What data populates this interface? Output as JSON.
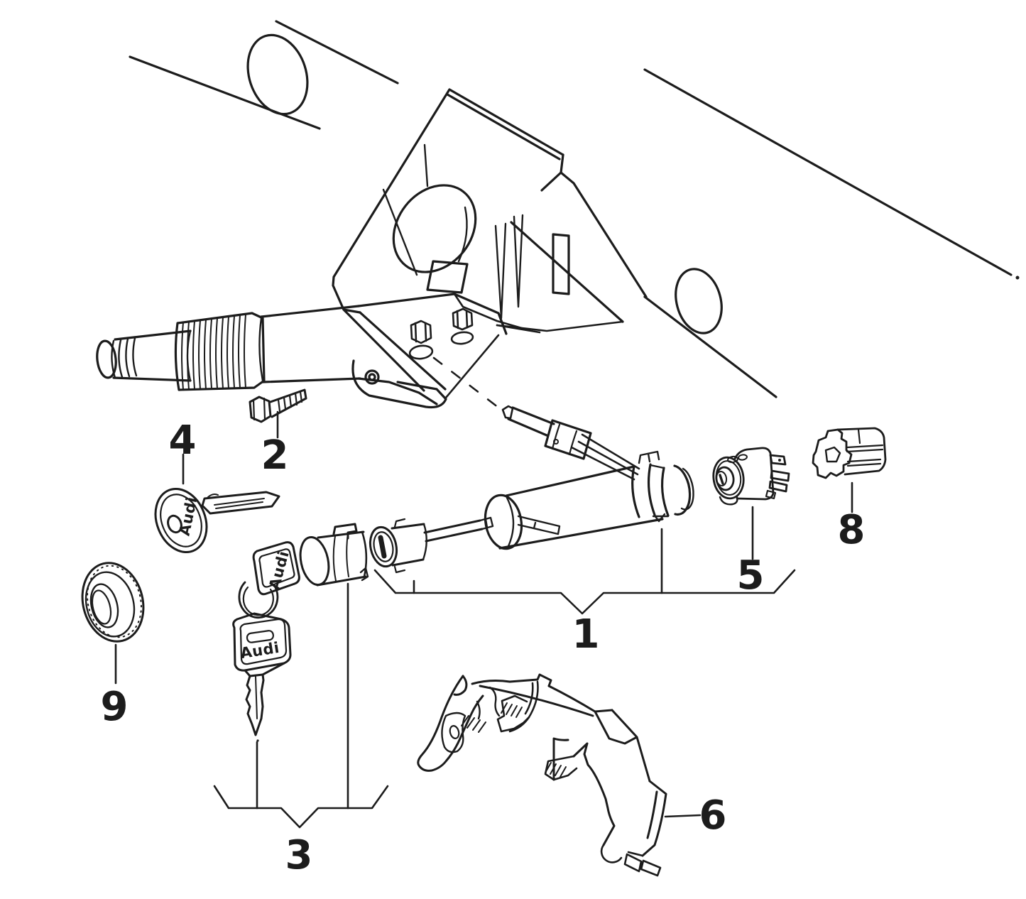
{
  "canvas": {
    "background": "#ffffff",
    "ink": "#1c1c1c"
  },
  "callouts": [
    {
      "label": "1"
    },
    {
      "label": "2"
    },
    {
      "label": "3"
    },
    {
      "label": "4"
    },
    {
      "label": "5"
    },
    {
      "label": "6"
    },
    {
      "label": "8"
    },
    {
      "label": "9"
    }
  ],
  "brand_marks": [
    {
      "text": "Audi"
    },
    {
      "text": "Audi"
    },
    {
      "text": "Audi"
    }
  ]
}
